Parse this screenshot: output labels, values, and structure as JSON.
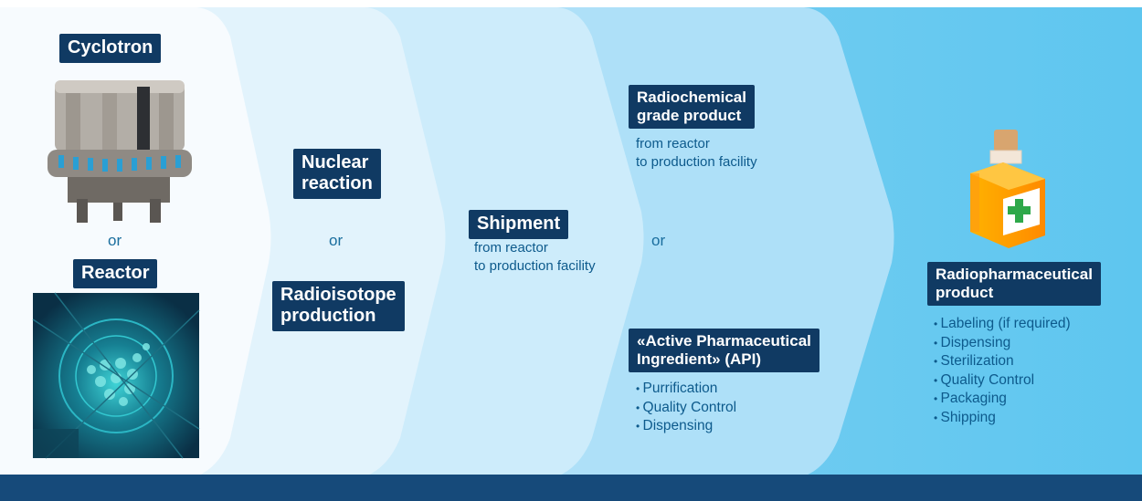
{
  "colors": {
    "stage1": "#f8fbfe",
    "stage2": "#e4f4fd",
    "stage3": "#cdecfb",
    "stage4": "#aee0f8",
    "stage5": "#7dcff2",
    "label_bg": "#103a63",
    "text": "#0d5a8c"
  },
  "stage1": {
    "cyclotron_label": "Cyclotron",
    "or": "or",
    "reactor_label": "Reactor"
  },
  "stage2": {
    "nuclear_line1": "Nuclear",
    "nuclear_line2": "reaction",
    "or": "or",
    "radioisotope_line1": "Radioisotope",
    "radioisotope_line2": "production"
  },
  "stage3": {
    "shipment_label": "Shipment",
    "note_line1": "from reactor",
    "note_line2": "to production facility"
  },
  "stage4": {
    "radiochem_line1": "Radiochemical",
    "radiochem_line2": "grade product",
    "radiochem_note1": "from reactor",
    "radiochem_note2": "to production facility",
    "or": "or",
    "api_line1": "«Active Pharmaceutical",
    "api_line2": "Ingredient» (API)",
    "api_bullets": [
      "Purrification",
      "Quality Control",
      "Dispensing"
    ]
  },
  "stage5": {
    "product_line1": "Radiopharmaceutical",
    "product_line2": "product",
    "bullets": [
      "Labeling (if required)",
      "Dispensing",
      "Sterilization",
      "Quality Control",
      "Packaging",
      "Shipping"
    ]
  },
  "icons": [
    "cyclotron-photo",
    "reactor-core-photo",
    "medicine-bottle-icon"
  ]
}
